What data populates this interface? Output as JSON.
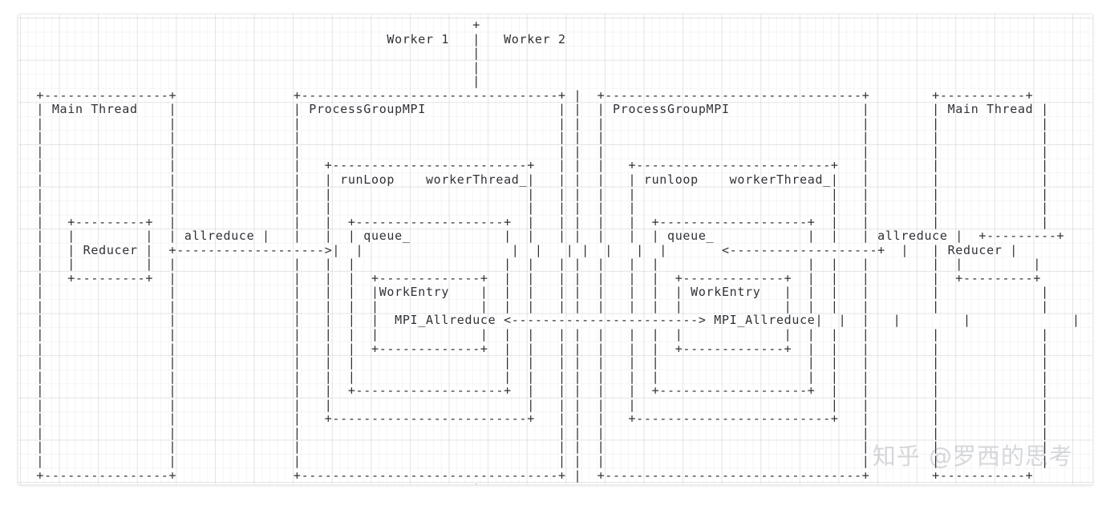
{
  "page": {
    "title": "PyTorch DDP allreduce sequence diagram",
    "background_color": "#ffffff",
    "paper_color": "#ffffff",
    "text_color": "#2f3136",
    "grid_color": "#eceef1",
    "watermark_color": "#787d87"
  },
  "watermark": {
    "text": "知乎 @罗西的思考"
  },
  "labels": {
    "worker1": "Worker 1",
    "worker2": "Worker 2",
    "main_thread": "Main Thread",
    "process_group_mpi": "ProcessGroupMPI",
    "run_loop_w1": "runLoop",
    "run_loop_w2": "runloop",
    "worker_thread": "workerThread_",
    "queue": "queue_",
    "reducer": "Reducer",
    "allreduce": "allreduce",
    "work_entry": "WorkEntry",
    "mpi_allreduce": "MPI_Allreduce"
  },
  "arrows": {
    "left_allreduce": "+------------------->",
    "right_allreduce": "<-------------------+",
    "mpi_bidirectional": "<------------------------------>"
  },
  "diagram": {
    "type": "ascii-sequence-diagram",
    "columns": 142,
    "rows": 34,
    "art": "                                                          +                                                                    \n                                               Worker 1   |   Worker 2                                                         \n                                                          |                                                                    \n                                                          |                                                                    \n                                                          |                                                                    \n  +----------------+               +---------------------------------+ |  +---------------------------------+        +-----------+\n  | Main Thread    |               | ProcessGroupMPI                 | |  | ProcessGroupMPI                 |        | Main Thread |\n  |                |               |                                 | |  |                                 |        |             |\n  |                |               |                                 | |  |                                 |        |             |\n  |                |               |                                 | |  |                                 |        |             |\n  |                |               |   +-------------------------+   | |  |   +-------------------------+   |        |             |\n  |                |               |   | runLoop    workerThread_|   | |  |   | runloop    workerThread_|   |        |             |\n  |                |               |   |                         |   | |  |   |                         |   |        |             |\n  |                |               |   |                         |   | |  |   |                         |   |        |             |\n  |   +---------+  |               |   |  +-------------------+  |   | |  |   |  +-------------------+  |   |        |             |\n  |   |         |  | allreduce |   |   |  | queue_            |  |   | |  |   |  | queue_            |  |   | allreduce |  +---------+\n  |   | Reducer |  +------------------->|  |                   |  |   | |  |   |  |       <-------------------+  |   | Reducer |\n  |   |         |  |               |   |  |                   |  |   | |  |   |  |                   |  |   |        |  |         |\n  |   +---------+  |               |   |  |  +-------------+  |  |   | |  |   |  |  +-------------+  |  |   |        |  +---------+\n  |                |               |   |  |  |WorkEntry    |  |  |   | |  |   |  |  | WorkEntry   |  |  |   |        |             |\n  |                |               |   |  |  |             |  |  |   | |  |   |  |  |             |  |  |   |        |             |\n  |                |               |   |  |  |  MPI_Allreduce <------------------------> MPI_Allreduce|  |  |   |        |             |\n  |                |               |   |  |  |             |  |  |   | |  |   |  |  |             |  |  |   |        |             |\n  |                |               |   |  |  +-------------+  |  |   | |  |   |  |  +-------------+  |  |   |        |             |\n  |                |               |   |  |                   |  |   | |  |   |  |                   |  |   |        |             |\n  |                |               |   |  |                   |  |   | |  |   |  |                   |  |   |        |             |\n  |                |               |   |  +-------------------+  |   | |  |   |  +-------------------+  |   |        |             |\n  |                |               |   |                         |   | |  |   |                         |   |        |             |\n  |                |               |   +-------------------------+   | |  |   +-------------------------+   |        |             |\n  |                |               |                                 | |  |                                 |        |             |\n  |                |               |                                 | |  |                                 |        |             |\n  |                |               |                                 | |  |                                 |        |             |\n  +----------------+               +---------------------------------+ |  +---------------------------------+        +-----------+\n                                                          |                                                                    \n                                                          +                                                                    "
  },
  "elements": {
    "worker1_boxes": [
      {
        "name": "Main Thread",
        "level": 1
      },
      {
        "name": "Reducer",
        "level": 2
      },
      {
        "name": "ProcessGroupMPI",
        "level": 1
      },
      {
        "name": "runLoop workerThread_",
        "level": 2
      },
      {
        "name": "queue_",
        "level": 3
      },
      {
        "name": "WorkEntry",
        "level": 4
      }
    ],
    "worker2_boxes": [
      {
        "name": "ProcessGroupMPI",
        "level": 1
      },
      {
        "name": "runloop workerThread_",
        "level": 2
      },
      {
        "name": "queue_",
        "level": 3
      },
      {
        "name": "WorkEntry",
        "level": 4
      },
      {
        "name": "Main Thread",
        "level": 1
      },
      {
        "name": "Reducer",
        "level": 2
      }
    ],
    "messages": [
      {
        "label": "allreduce",
        "from": "Reducer (Worker 1)",
        "to": "queue_ (Worker 1)",
        "direction": "right"
      },
      {
        "label": "MPI_Allreduce",
        "from": "WorkEntry (Worker 1)",
        "to": "WorkEntry (Worker 2)",
        "direction": "bidirectional"
      },
      {
        "label": "allreduce",
        "from": "Reducer (Worker 2)",
        "to": "queue_ (Worker 2)",
        "direction": "left"
      }
    ]
  }
}
